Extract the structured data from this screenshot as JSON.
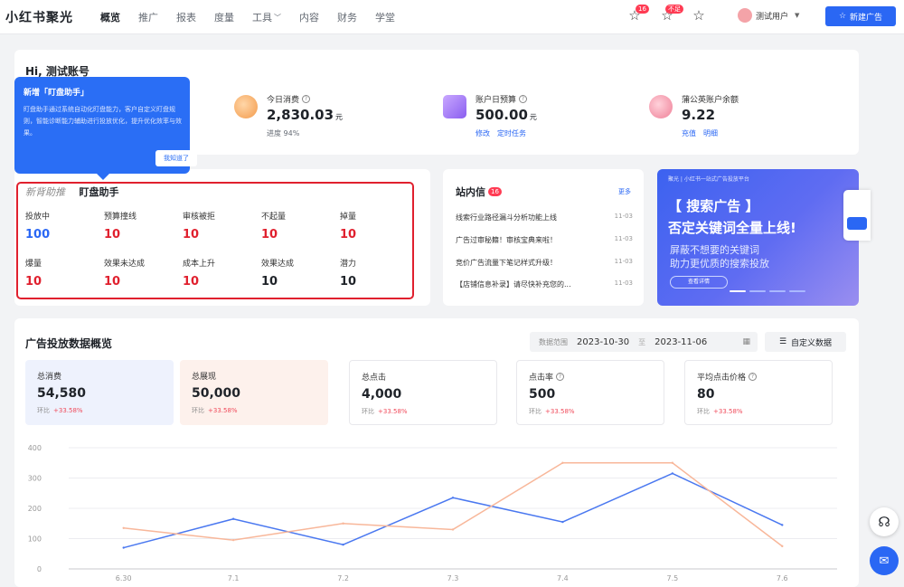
{
  "header": {
    "logo": "小红书聚光",
    "nav": [
      "概览",
      "推广",
      "报表",
      "度量",
      "工具",
      "内容",
      "财务",
      "学堂"
    ],
    "active_nav": "概览",
    "icon_badges": [
      "16",
      "不足"
    ],
    "user_name": "测试用户",
    "new_ad_label": "新建广告"
  },
  "greeting": "Hi, 测试账号",
  "metrics": [
    {
      "label": "今日消费",
      "value": "2,830.03",
      "unit": "元",
      "sub": "进度 94%",
      "icon": "yen-icon",
      "color": "#f7a35c"
    },
    {
      "label": "账户日预算",
      "value": "500.00",
      "unit": "元",
      "links": [
        "修改",
        "定时任务"
      ],
      "icon": "budget-icon",
      "color": "#a77cf2"
    },
    {
      "label": "蒲公英账户余额",
      "value": "9.22",
      "unit": "",
      "links": [
        "充值",
        "明细"
      ],
      "icon": "dandelion-icon",
      "color": "#f48aa0"
    }
  ],
  "tooltip": {
    "title": "新增「盯盘助手」",
    "body": "盯盘助手通过系统自动化盯盘能力，客户自定义盯盘规则，智能诊断能力辅助进行投放优化，提升优化效率与效果。",
    "button": "我知道了"
  },
  "assistant": {
    "tab_inactive": "新背助推",
    "tab_active": "盯盘助手",
    "items": [
      {
        "label": "投放中",
        "value": "100",
        "color": "#2a67f4"
      },
      {
        "label": "预算撞线",
        "value": "10",
        "color": "#e0202e"
      },
      {
        "label": "审核被拒",
        "value": "10",
        "color": "#e0202e"
      },
      {
        "label": "不起量",
        "value": "10",
        "color": "#e0202e"
      },
      {
        "label": "掉量",
        "value": "10",
        "color": "#e0202e"
      },
      {
        "label": "爆量",
        "value": "10",
        "color": "#e0202e"
      },
      {
        "label": "效果未达成",
        "value": "10",
        "color": "#e0202e"
      },
      {
        "label": "成本上升",
        "value": "10",
        "color": "#e0202e"
      },
      {
        "label": "效果达成",
        "value": "10",
        "color": "#1f2329"
      },
      {
        "label": "潜力",
        "value": "10",
        "color": "#1f2329"
      }
    ]
  },
  "messages": {
    "title": "站内信",
    "badge": "16",
    "more": "更多",
    "items": [
      {
        "text": "线索行业路径漏斗分析功能上线",
        "date": "11-03"
      },
      {
        "text": "广告过审秘籍！审核宝典来啦！",
        "date": "11-03"
      },
      {
        "text": "竞价广告流量下笔记样式升级！",
        "date": "11-03"
      },
      {
        "text": "【店铺信息补录】请尽快补充您的...",
        "date": "11-03"
      }
    ]
  },
  "banner": {
    "header": "聚光 | 小红书一站式广告投放平台",
    "line1": "【 搜索广告 】",
    "line2": "否定关键词全量上线!",
    "line3": "屏蔽不想要的关键词",
    "line4": "助力更优质的搜索投放",
    "button": "查看详情"
  },
  "overview": {
    "title": "广告投放数据概览",
    "range_label": "数据范围",
    "start_date": "2023-10-30",
    "to": "至",
    "end_date": "2023-11-06",
    "custom_label": "自定义数据",
    "kpis": [
      {
        "label": "总消费",
        "value": "54,580",
        "cmp": "环比",
        "change": "+33.58%",
        "bg": "#eef2fd"
      },
      {
        "label": "总展现",
        "value": "50,000",
        "cmp": "环比",
        "change": "+33.58%",
        "bg": "#fdf1ec"
      },
      {
        "label": "总点击",
        "value": "4,000",
        "cmp": "环比",
        "change": "+33.58%",
        "bg": "#ffffff"
      },
      {
        "label": "点击率",
        "value": "500",
        "cmp": "环比",
        "change": "+33.58%",
        "bg": "#ffffff",
        "q": true
      },
      {
        "label": "平均点击价格",
        "value": "80",
        "cmp": "环比",
        "change": "+33.58%",
        "bg": "#ffffff",
        "q": true
      }
    ]
  },
  "chart_data": {
    "type": "line",
    "categories": [
      "6.30",
      "7.1",
      "7.2",
      "7.3",
      "7.4",
      "7.5",
      "7.6"
    ],
    "ylim": [
      0,
      400
    ],
    "yticks": [
      0,
      100,
      200,
      300,
      400
    ],
    "grid": true,
    "series": [
      {
        "color": "#4a78f0",
        "values": [
          70,
          165,
          80,
          235,
          155,
          315,
          145
        ]
      },
      {
        "color": "#f8b79a",
        "values": [
          135,
          95,
          150,
          130,
          350,
          350,
          75
        ]
      }
    ]
  },
  "floats": {
    "help_icon": "headset-icon",
    "chat_icon": "chat-icon"
  }
}
